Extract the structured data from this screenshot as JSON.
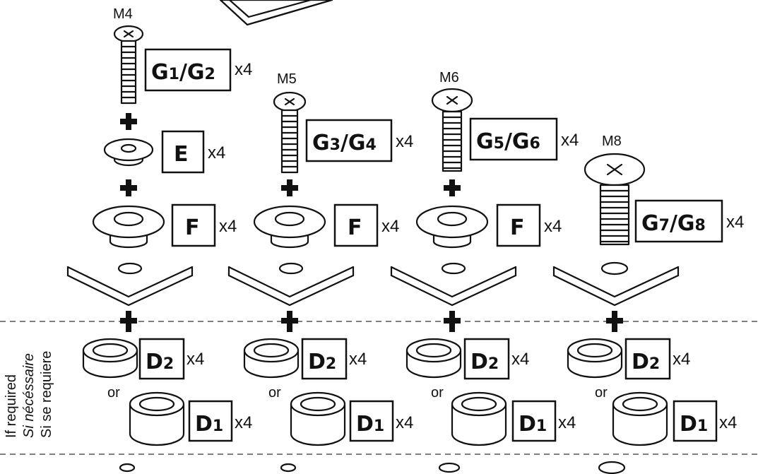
{
  "screw_sizes": [
    "M4",
    "M5",
    "M6",
    "M8"
  ],
  "parts": {
    "g1g2": {
      "main": "G",
      "sub1": "1",
      "sep": "/G",
      "sub2": "2",
      "qty": "x4"
    },
    "g3g4": {
      "main": "G",
      "sub1": "3",
      "sep": "/G",
      "sub2": "4",
      "qty": "x4"
    },
    "g5g6": {
      "main": "G",
      "sub1": "5",
      "sep": "/G",
      "sub2": "6",
      "qty": "x4"
    },
    "g7g8": {
      "main": "G",
      "sub1": "7",
      "sep": "/G",
      "sub2": "8",
      "qty": "x4"
    },
    "e": {
      "label": "E",
      "qty": "x4"
    },
    "f": {
      "label": "F",
      "qty": "x4"
    },
    "d2": {
      "main": "D",
      "sub": "2",
      "qty": "x4"
    },
    "d1": {
      "main": "D",
      "sub": "1",
      "qty": "x4"
    }
  },
  "or_label": "or",
  "side_note": {
    "line1": "If required",
    "line2": "Si nécéssaire",
    "line3": "Si se requiere"
  }
}
